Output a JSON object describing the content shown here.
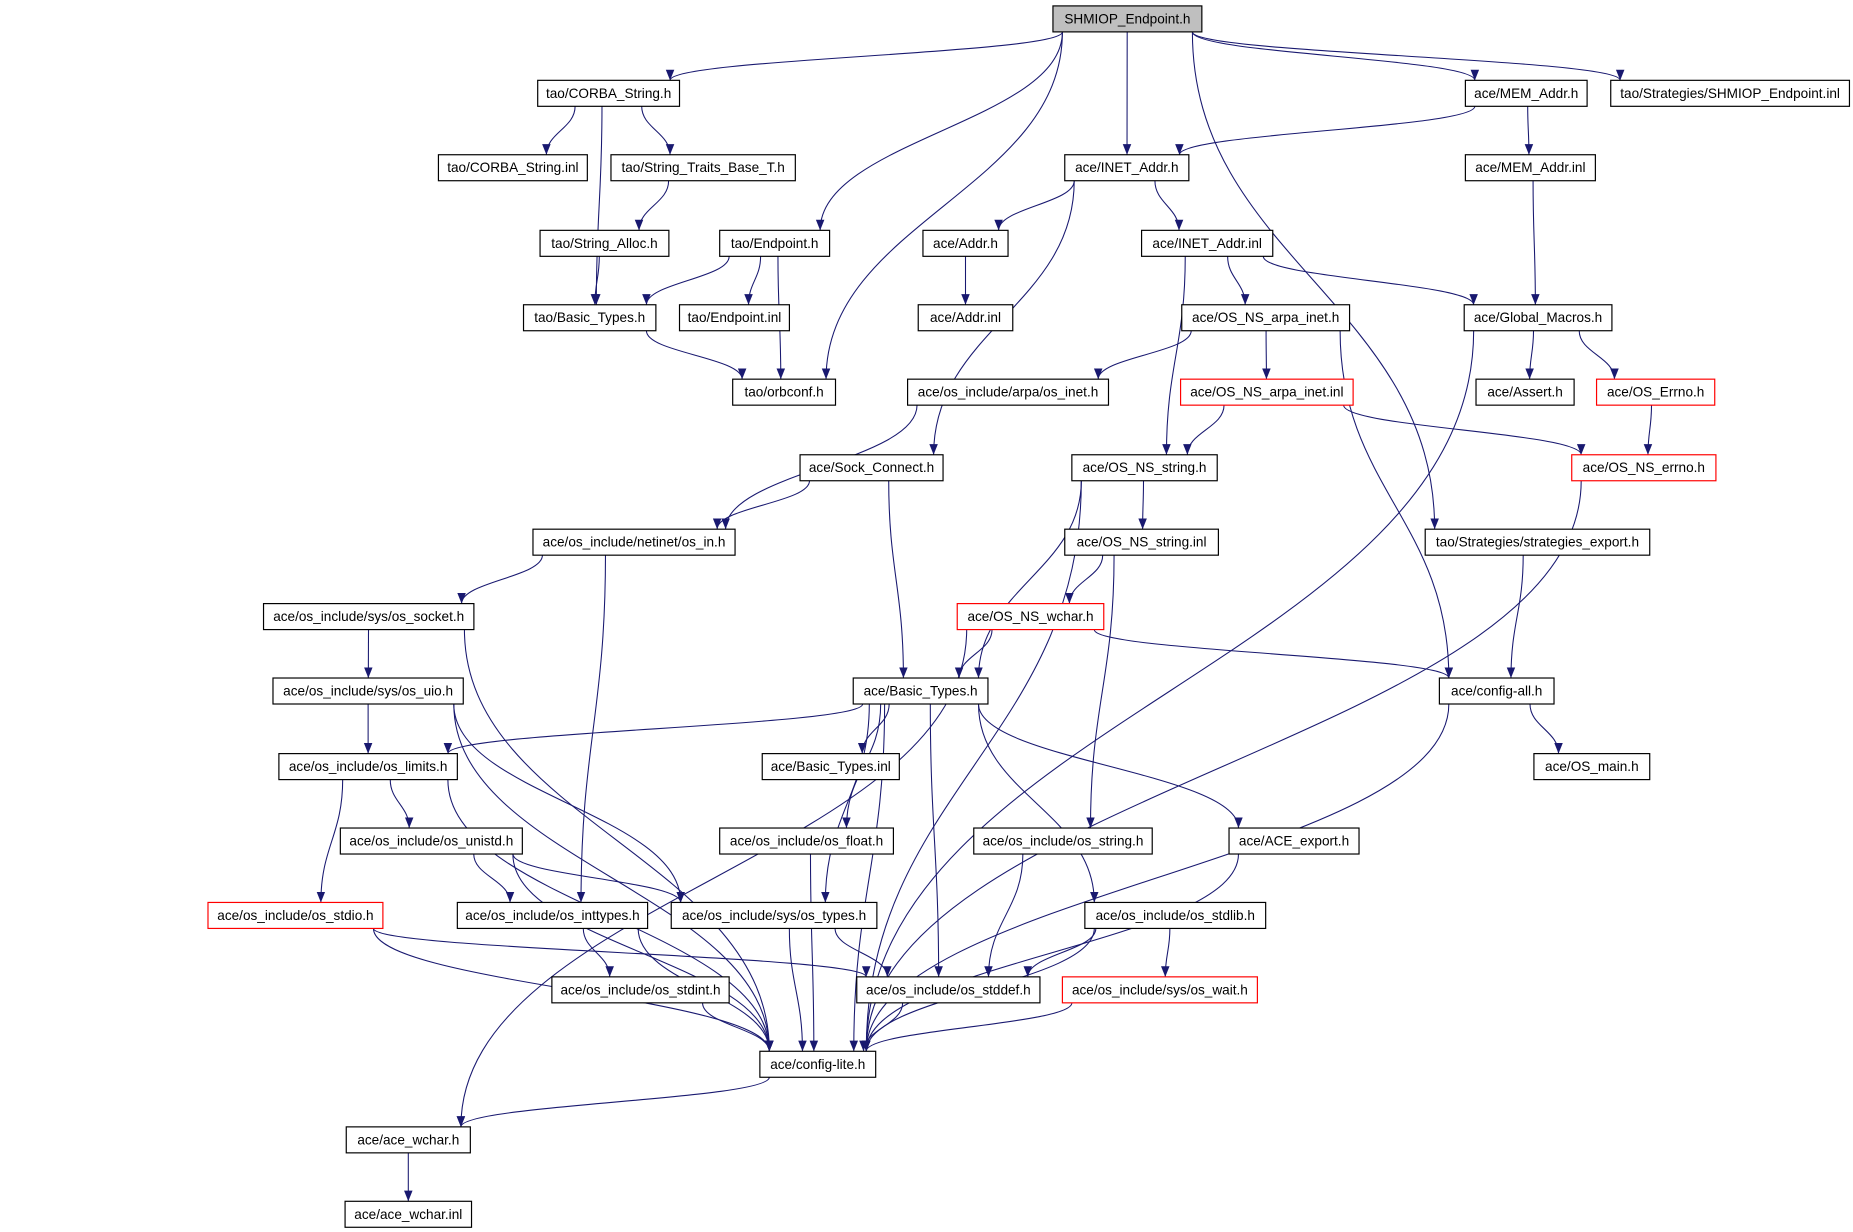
{
  "graph": {
    "title": "SHMIOP_Endpoint.h",
    "colors": {
      "edge": "#191970",
      "root_fill": "#bfbfbf",
      "truncated_border": "#ff0000",
      "border": "#000000"
    },
    "nodes": [
      {
        "label": "SHMIOP_Endpoint.h",
        "root": true
      },
      {
        "label": "tao/CORBA_String.h"
      },
      {
        "label": "ace/MEM_Addr.h"
      },
      {
        "label": "tao/Strategies/SHMIOP_Endpoint.inl"
      },
      {
        "label": "tao/CORBA_String.inl"
      },
      {
        "label": "tao/String_Traits_Base_T.h"
      },
      {
        "label": "ace/INET_Addr.h"
      },
      {
        "label": "ace/MEM_Addr.inl"
      },
      {
        "label": "tao/String_Alloc.h"
      },
      {
        "label": "tao/Endpoint.h"
      },
      {
        "label": "ace/Addr.h"
      },
      {
        "label": "ace/INET_Addr.inl"
      },
      {
        "label": "tao/Basic_Types.h"
      },
      {
        "label": "tao/Endpoint.inl"
      },
      {
        "label": "ace/Addr.inl"
      },
      {
        "label": "ace/OS_NS_arpa_inet.h"
      },
      {
        "label": "ace/Global_Macros.h"
      },
      {
        "label": "tao/orbconf.h"
      },
      {
        "label": "ace/os_include/arpa/os_inet.h"
      },
      {
        "label": "ace/OS_NS_arpa_inet.inl",
        "truncated": true
      },
      {
        "label": "ace/Assert.h"
      },
      {
        "label": "ace/OS_Errno.h",
        "truncated": true
      },
      {
        "label": "ace/Sock_Connect.h"
      },
      {
        "label": "ace/OS_NS_string.h"
      },
      {
        "label": "ace/OS_NS_errno.h",
        "truncated": true
      },
      {
        "label": "ace/os_include/netinet/os_in.h"
      },
      {
        "label": "ace/OS_NS_string.inl"
      },
      {
        "label": "tao/Strategies/strategies_export.h"
      },
      {
        "label": "ace/os_include/sys/os_socket.h"
      },
      {
        "label": "ace/OS_NS_wchar.h",
        "truncated": true
      },
      {
        "label": "ace/os_include/sys/os_uio.h"
      },
      {
        "label": "ace/Basic_Types.h"
      },
      {
        "label": "ace/config-all.h"
      },
      {
        "label": "ace/os_include/os_limits.h"
      },
      {
        "label": "ace/Basic_Types.inl"
      },
      {
        "label": "ace/OS_main.h"
      },
      {
        "label": "ace/os_include/os_unistd.h"
      },
      {
        "label": "ace/os_include/os_float.h"
      },
      {
        "label": "ace/os_include/os_string.h"
      },
      {
        "label": "ace/ACE_export.h"
      },
      {
        "label": "ace/os_include/os_stdio.h",
        "truncated": true
      },
      {
        "label": "ace/os_include/os_inttypes.h"
      },
      {
        "label": "ace/os_include/sys/os_types.h"
      },
      {
        "label": "ace/os_include/os_stdlib.h"
      },
      {
        "label": "ace/os_include/os_stdint.h"
      },
      {
        "label": "ace/os_include/os_stddef.h"
      },
      {
        "label": "ace/os_include/sys/os_wait.h",
        "truncated": true
      },
      {
        "label": "ace/config-lite.h"
      },
      {
        "label": "ace/ace_wchar.h"
      },
      {
        "label": "ace/ace_wchar.inl"
      }
    ],
    "edges": [
      [
        0,
        1
      ],
      [
        0,
        2
      ],
      [
        0,
        3
      ],
      [
        0,
        6
      ],
      [
        0,
        9
      ],
      [
        0,
        17
      ],
      [
        0,
        27
      ],
      [
        1,
        4
      ],
      [
        1,
        5
      ],
      [
        1,
        12
      ],
      [
        2,
        6
      ],
      [
        2,
        7
      ],
      [
        5,
        8
      ],
      [
        8,
        12
      ],
      [
        9,
        12
      ],
      [
        9,
        13
      ],
      [
        9,
        17
      ],
      [
        12,
        17
      ],
      [
        6,
        10
      ],
      [
        6,
        11
      ],
      [
        6,
        22
      ],
      [
        10,
        14
      ],
      [
        7,
        16
      ],
      [
        11,
        15
      ],
      [
        11,
        16
      ],
      [
        11,
        23
      ],
      [
        15,
        18
      ],
      [
        15,
        19
      ],
      [
        15,
        32
      ],
      [
        16,
        20
      ],
      [
        16,
        21
      ],
      [
        16,
        47
      ],
      [
        19,
        23
      ],
      [
        19,
        24
      ],
      [
        21,
        24
      ],
      [
        24,
        47
      ],
      [
        18,
        25
      ],
      [
        22,
        25
      ],
      [
        22,
        31
      ],
      [
        23,
        26
      ],
      [
        23,
        31
      ],
      [
        23,
        47
      ],
      [
        26,
        29
      ],
      [
        26,
        38
      ],
      [
        27,
        32
      ],
      [
        25,
        28
      ],
      [
        25,
        41
      ],
      [
        28,
        30
      ],
      [
        28,
        47
      ],
      [
        29,
        31
      ],
      [
        29,
        32
      ],
      [
        29,
        48
      ],
      [
        30,
        33
      ],
      [
        30,
        42
      ],
      [
        30,
        47
      ],
      [
        31,
        33
      ],
      [
        31,
        34
      ],
      [
        31,
        37
      ],
      [
        31,
        42
      ],
      [
        31,
        45
      ],
      [
        31,
        39
      ],
      [
        31,
        43
      ],
      [
        31,
        47
      ],
      [
        32,
        35
      ],
      [
        32,
        47
      ],
      [
        33,
        36
      ],
      [
        33,
        40
      ],
      [
        33,
        47
      ],
      [
        36,
        41
      ],
      [
        36,
        42
      ],
      [
        36,
        47
      ],
      [
        37,
        47
      ],
      [
        38,
        45
      ],
      [
        39,
        47
      ],
      [
        40,
        45
      ],
      [
        40,
        47
      ],
      [
        41,
        44
      ],
      [
        41,
        47
      ],
      [
        42,
        45
      ],
      [
        42,
        47
      ],
      [
        43,
        45
      ],
      [
        43,
        46
      ],
      [
        43,
        47
      ],
      [
        44,
        47
      ],
      [
        45,
        47
      ],
      [
        46,
        47
      ],
      [
        47,
        48
      ],
      [
        48,
        49
      ]
    ]
  }
}
